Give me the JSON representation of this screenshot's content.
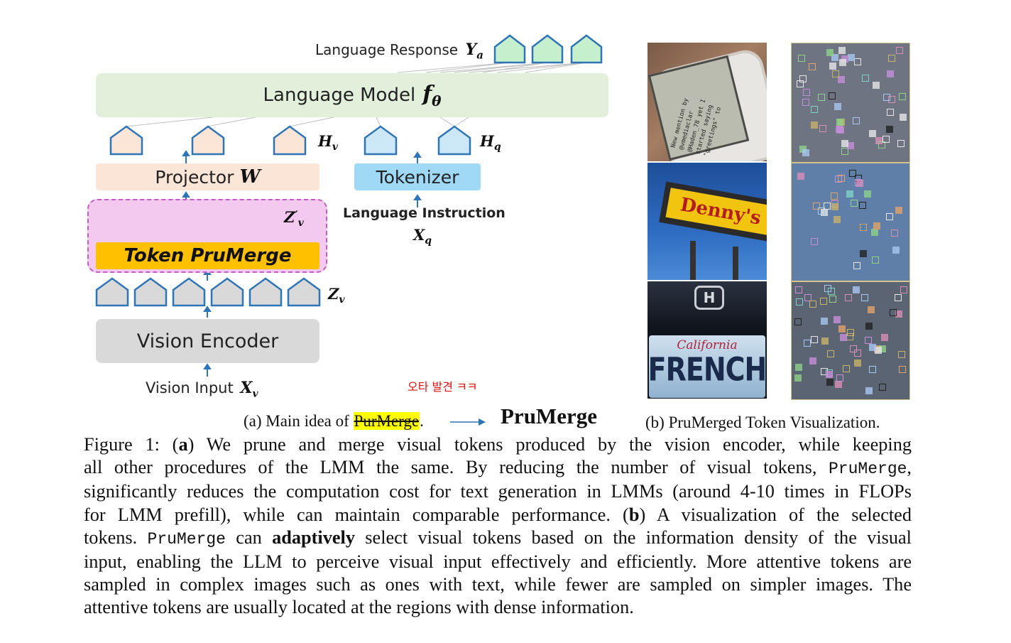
{
  "diagram": {
    "language_response": "Language Response",
    "language_response_sym": "Y",
    "language_response_sub": "a",
    "language_model": "Language Model",
    "language_model_sym": "f",
    "language_model_sub": "θ",
    "hv_sym": "H",
    "hv_sub": "v",
    "hq_sym": "H",
    "hq_sub": "q",
    "projector": "Projector",
    "projector_sym": "W",
    "tokenizer": "Tokenizer",
    "language_instruction": "Language Instruction",
    "xq_sym": "X",
    "xq_sub": "q",
    "zv_prime_sym": "Z",
    "zv_prime_mark": "′",
    "zv_prime_sub": "v",
    "token_prumerge": "Token PruMerge",
    "zv_sym": "Z",
    "zv_sub": "v",
    "vision_encoder": "Vision Encoder",
    "vision_input": "Vision Input",
    "xv_sym": "X",
    "xv_sub": "v"
  },
  "annotation": {
    "korean_note": "오타 발견 ㅋㅋ",
    "correction": "PruMerge"
  },
  "captions": {
    "a_prefix": "(a) Main idea of",
    "a_struck": "PurMerge",
    "a_suffix": ".",
    "b": "(b) PruMerged Token Visualization."
  },
  "photos": {
    "sign_text": "Denny's",
    "plate_state": "California",
    "plate_text": "FRENCH",
    "watch_text": "New mention by @vmediaclar  @Haden_78 yet I started saying \"greetings\" to"
  },
  "paragraph": {
    "l1_a": "Figure 1: (",
    "l1_b": "a",
    "l1_c": ") We prune and merge visual tokens produced by the vision encoder, while keeping",
    "l2_a": "all other procedures of the LMM the same.  By reducing the number of visual tokens,",
    "l2_mono": "PruMerge",
    "l2_c": ",",
    "l3": "significantly reduces the computation cost for text generation in LMMs (around 4-10 times in FLOPs",
    "l4_a": "for LMM prefill), while can maintain comparable performance. (",
    "l4_b": "b",
    "l4_c": ") A visualization of the selected",
    "l5_a": "tokens.",
    "l5_mono": "PruMerge",
    "l5_b": "can",
    "l5_bold": "adaptively",
    "l5_c": "select visual tokens based on the information density of the visual",
    "l6": "input, enabling the LLM to perceive visual input effectively and efficiently. More attentive tokens are",
    "l7": "sampled in complex images such as ones with text, while fewer are sampled on simpler images. The",
    "l8": "attentive tokens are usually located at the regions with dense information."
  },
  "colors": {
    "lm_box": "#e2efdb",
    "projector_box": "#fbe5d6",
    "tokenizer_box": "#9fd9f5",
    "prumerge_box": "#ffc000",
    "prumerge_group": "#f3c9ef",
    "encoder_box": "#d9d9d9",
    "token_outline": "#2e75b6",
    "response_token": "#c6efce",
    "korean_note": "#e01010",
    "highlight": "#ffff00"
  }
}
